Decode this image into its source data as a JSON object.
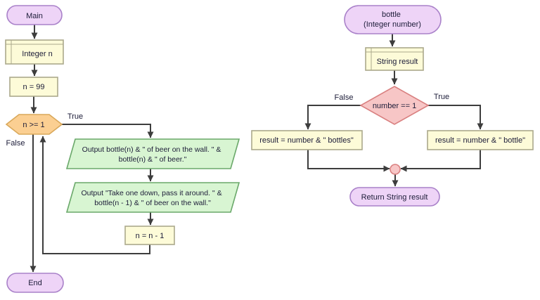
{
  "palette": {
    "terminal_fill": "#eed4f7",
    "terminal_border": "#a981c9",
    "declare_fill": "#fdfbd8",
    "declare_border": "#aba98c",
    "loop_fill": "#fbcf92",
    "loop_border": "#d9a85a",
    "output_fill": "#d8f5d2",
    "output_border": "#6aa86a",
    "decision_fill": "#f7c6c6",
    "decision_border": "#d98080",
    "connector_color": "#3d3d3d",
    "text_color": "#1c1c38"
  },
  "main_chart": {
    "start_label": "Main",
    "declare_label": "Integer n",
    "init_label": "n = 99",
    "loop_condition": "n >= 1",
    "loop_true_label": "True",
    "loop_false_label": "False",
    "output_wall": {
      "line1": "Output bottle(n) & \" of beer on the wall. \" &",
      "line2": "bottle(n) & \" of beer.\""
    },
    "output_take": {
      "line1": "Output \"Take one down, pass it around. \" &",
      "line2": "bottle(n - 1) & \" of beer on the wall.\""
    },
    "decrement_label": "n = n - 1",
    "end_label": "End"
  },
  "bottle_chart": {
    "start": {
      "line1": "bottle",
      "line2": "(Integer number)"
    },
    "declare_label": "String result",
    "if_condition": "number == 1",
    "if_false_label": "False",
    "if_true_label": "True",
    "false_branch_label": "result = number & \" bottles\"",
    "true_branch_label": "result = number & \" bottle\"",
    "return_label": "Return String result"
  }
}
